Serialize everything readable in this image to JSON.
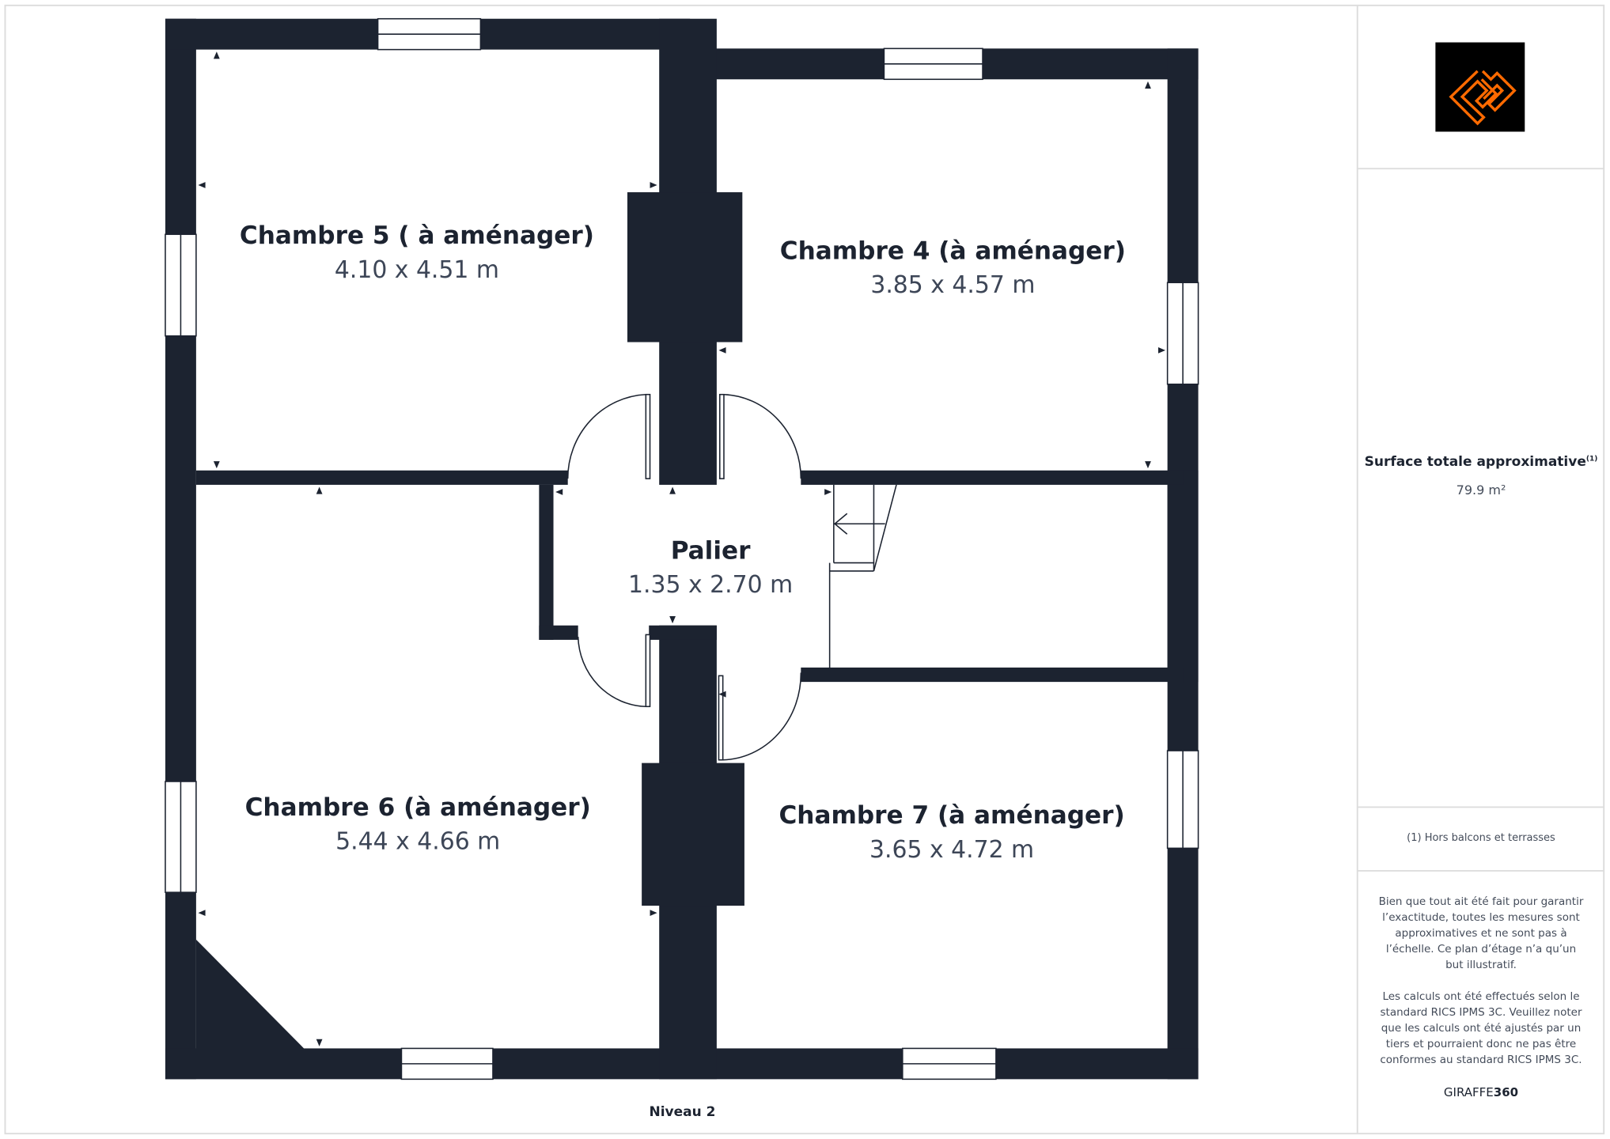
{
  "rooms": [
    {
      "name": "Chambre 5 ( à aménager)",
      "dims": "4.10 x 4.51 m"
    },
    {
      "name": "Chambre 4 (à aménager)",
      "dims": "3.85 x 4.57 m"
    },
    {
      "name": "Palier",
      "dims": "1.35 x 2.70 m"
    },
    {
      "name": "Chambre 6 (à aménager)",
      "dims": "5.44 x 4.66 m"
    },
    {
      "name": "Chambre 7 (à aménager)",
      "dims": "3.65 x 4.72 m"
    }
  ],
  "level": "Niveau 2",
  "panel": {
    "total_label": "Surface totale approximative",
    "total_sup": "(1)",
    "total_value": "79.9 m²",
    "footnote": "(1) Hors balcons et terrasses",
    "disclaimer1": "Bien que tout ait été fait pour garantir l’exactitude, toutes les mesures sont approximatives et ne sont pas à l’échelle. Ce plan d’étage n’a qu’un but illustratif.",
    "disclaimer2": "Les calculs ont été effectués selon le standard RICS IPMS 3C. Veuillez noter que les calculs ont été ajustés par un tiers et pourraient donc ne pas être conformes au standard RICS IPMS 3C.",
    "brand_a": "GIRAFFE",
    "brand_b": "360"
  },
  "colors": {
    "wall": "#1c2330",
    "logo_accent": "#ff6a00",
    "border": "#dddddd"
  }
}
